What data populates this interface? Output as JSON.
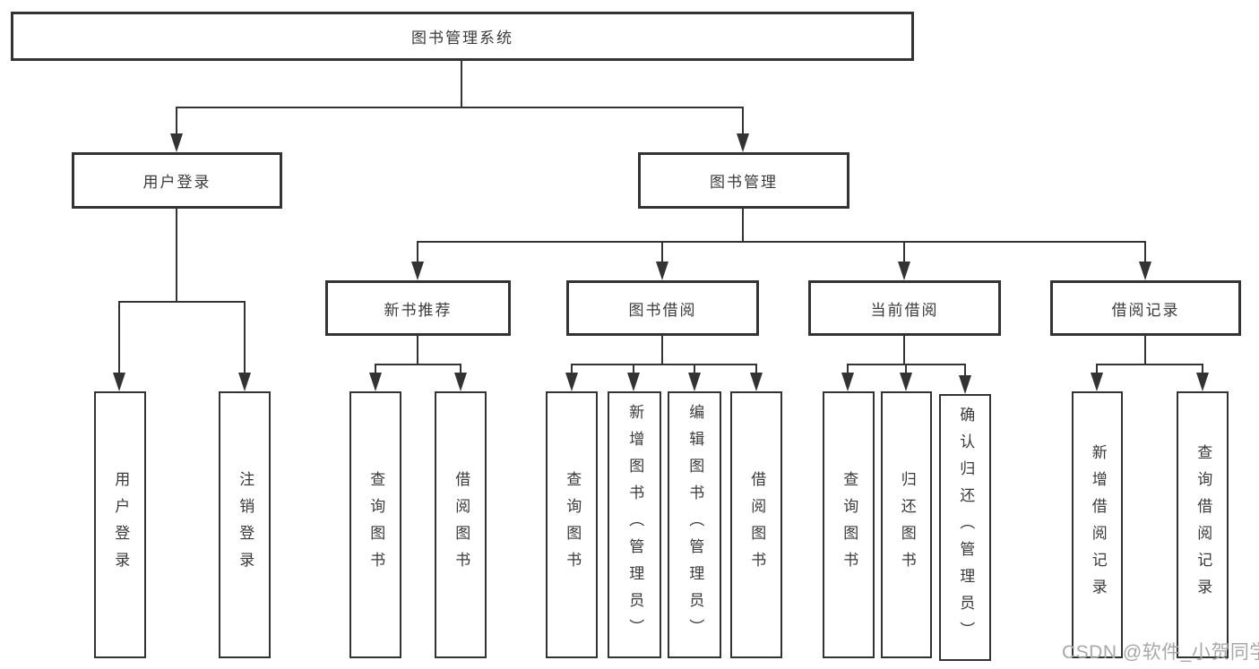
{
  "diagram_title": "图书管理系统",
  "colors": {
    "line": "#333333",
    "box_border": "#333333",
    "text": "#3a3a3a",
    "background": "#ffffff",
    "watermark": "#a8a8a8"
  },
  "tree": {
    "root": {
      "label": "图书管理系统",
      "children": [
        {
          "label": "用户登录",
          "children": [
            {
              "label": "用户登录"
            },
            {
              "label": "注销登录"
            }
          ]
        },
        {
          "label": "图书管理",
          "children": [
            {
              "label": "新书推荐",
              "children": [
                {
                  "label": "查询图书"
                },
                {
                  "label": "借阅图书"
                }
              ]
            },
            {
              "label": "图书借阅",
              "children": [
                {
                  "label": "查询图书"
                },
                {
                  "label": "新增图书（管理员）"
                },
                {
                  "label": "编辑图书（管理员）"
                },
                {
                  "label": "借阅图书"
                }
              ]
            },
            {
              "label": "当前借阅",
              "children": [
                {
                  "label": "查询图书"
                },
                {
                  "label": "归还图书"
                },
                {
                  "label": "确认归还（管理员）"
                }
              ]
            },
            {
              "label": "借阅记录",
              "children": [
                {
                  "label": "新增借阅记录"
                },
                {
                  "label": "查询借阅记录"
                }
              ]
            }
          ]
        }
      ]
    }
  },
  "watermark": "CSDN @软件_小贺同学"
}
